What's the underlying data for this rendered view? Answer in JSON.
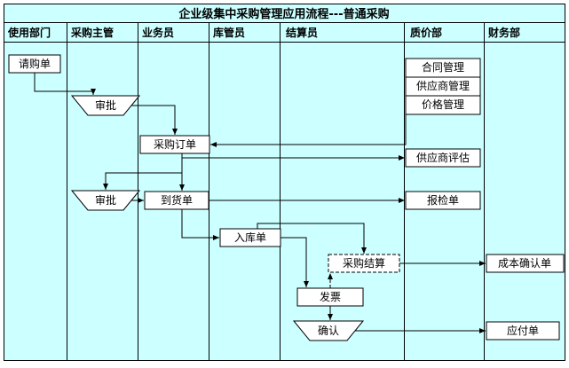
{
  "title": "企业级集中采购管理应用流程---普通采购",
  "lanes": [
    {
      "label": "使用部门"
    },
    {
      "label": "采购主管"
    },
    {
      "label": "业务员"
    },
    {
      "label": "库管员"
    },
    {
      "label": "结算员"
    },
    {
      "label": "质价部"
    },
    {
      "label": "财务部"
    }
  ],
  "nodes": {
    "purchase_request": "请购单",
    "approval_1": "审批",
    "purchase_order": "采购订单",
    "contract_mgmt": "合同管理",
    "supplier_mgmt": "供应商管理",
    "price_mgmt": "价格管理",
    "supplier_eval": "供应商评估",
    "approval_2": "审批",
    "arrival_note": "到货单",
    "inspection_form": "报检单",
    "warehouse_receipt": "入库单",
    "purchase_settlement": "采购结算",
    "cost_confirmation": "成本确认单",
    "invoice": "发票",
    "confirm": "确认",
    "payable": "应付单"
  },
  "colors": {
    "background": "#CCFFFF",
    "node_fill": "#FFFFFF",
    "line": "#000000",
    "text": "#000000"
  }
}
